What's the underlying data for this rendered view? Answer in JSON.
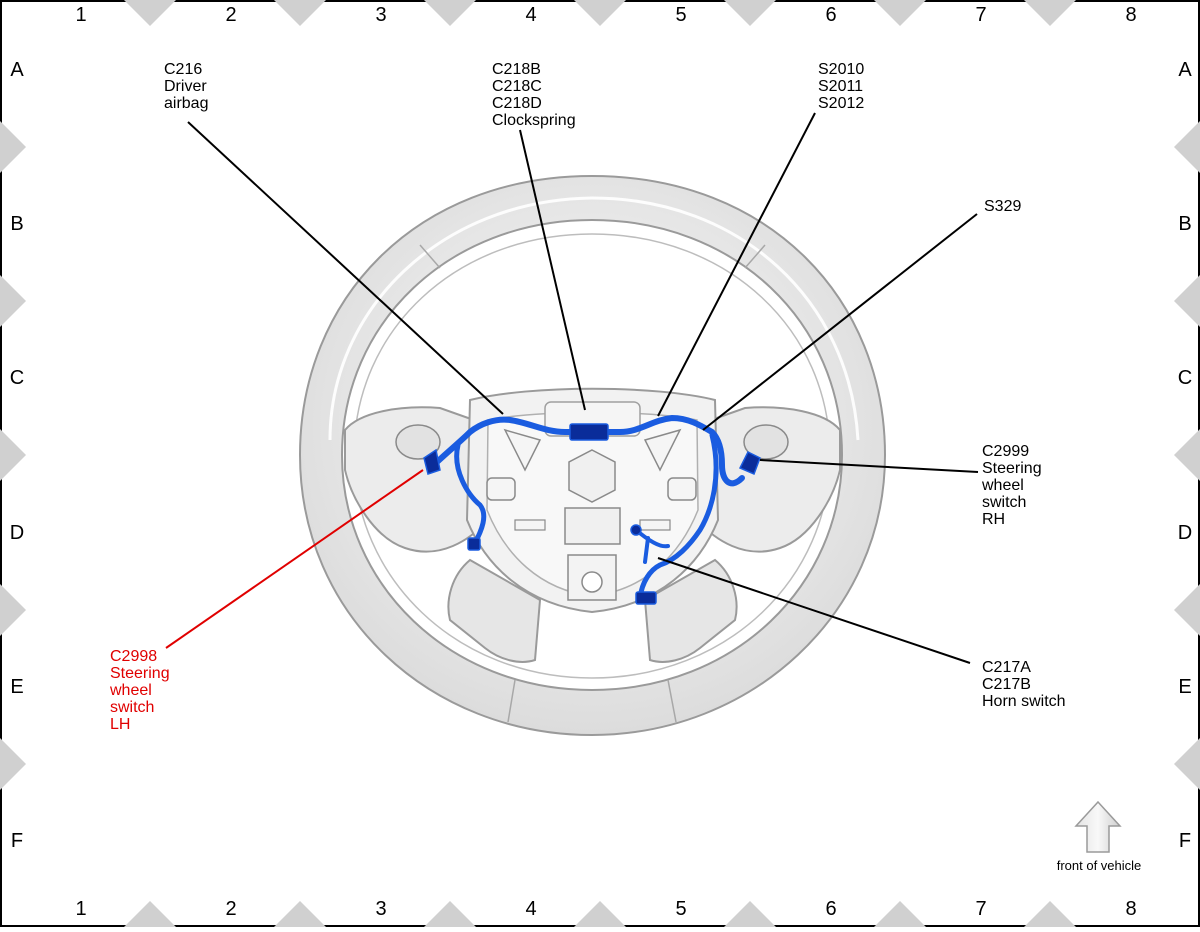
{
  "grid": {
    "columns": [
      "1",
      "2",
      "3",
      "4",
      "5",
      "6",
      "7",
      "8"
    ],
    "rows": [
      "A",
      "B",
      "C",
      "D",
      "E",
      "F"
    ]
  },
  "callouts": {
    "driver_airbag": [
      "C216",
      "Driver",
      "airbag"
    ],
    "clockspring": [
      "C218B",
      "C218C",
      "C218D",
      "Clockspring"
    ],
    "splices": [
      "S2010",
      "S2011",
      "S2012"
    ],
    "s329": [
      "S329"
    ],
    "switch_rh": [
      "C2999",
      "Steering",
      "wheel",
      "switch",
      "RH"
    ],
    "switch_lh": [
      "C2998",
      "Steering",
      "wheel",
      "switch",
      "LH"
    ],
    "horn_switch": [
      "C217A",
      "C217B",
      "Horn switch"
    ]
  },
  "front_arrow_label": "front of vehicle",
  "colors": {
    "highlight": "#e00000",
    "harness": "#1a5ce0",
    "harness_dark": "#0a2c9a",
    "wheel_fill": "#eeeeee",
    "wheel_stroke": "#9a9a9a"
  }
}
